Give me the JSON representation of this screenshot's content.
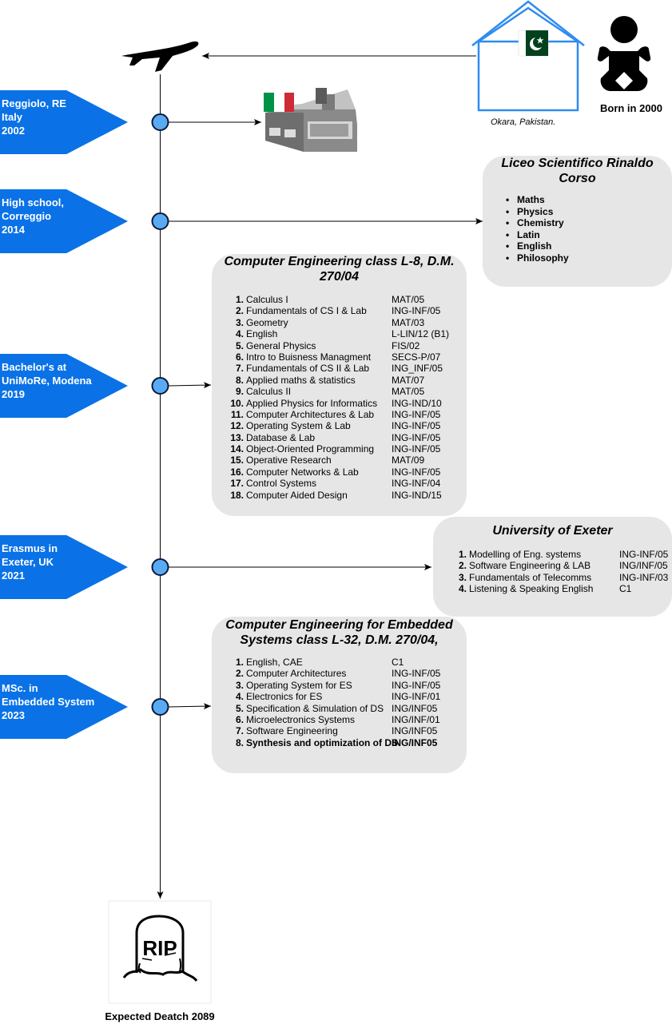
{
  "birth": {
    "label": "Born in 2000",
    "place": "Okara, Pakistan."
  },
  "timeline": [
    {
      "text": "Reggiolo, RE\nItaly\n2002"
    },
    {
      "text": "High school,\nCorreggio\n2014"
    },
    {
      "text": "Bachelor's at\nUniMoRe, Modena\n2019"
    },
    {
      "text": "Erasmus in\nExeter, UK\n2021"
    },
    {
      "text": "MSc. in\nEmbedded System\n2023"
    }
  ],
  "liceo": {
    "title": "Liceo Scientifico Rinaldo Corso",
    "subjects": [
      "Maths",
      "Physics",
      "Chemistry",
      "Latin",
      "English",
      "Philosophy"
    ]
  },
  "bachelor": {
    "title": "Computer Engineering class L-8, D.M. 270/04",
    "courses": [
      {
        "n": "1.",
        "name": "Calculus I",
        "code": "MAT/05"
      },
      {
        "n": "2.",
        "name": "Fundamentals of CS I & Lab",
        "code": "ING-INF/05"
      },
      {
        "n": "3.",
        "name": "Geometry",
        "code": "MAT/03"
      },
      {
        "n": "4.",
        "name": "English",
        "code": "L-LIN/12 (B1)"
      },
      {
        "n": "5.",
        "name": "General Physics",
        "code": "FIS/02"
      },
      {
        "n": "6.",
        "name": "Intro to Buisness Managment",
        "code": "SECS-P/07"
      },
      {
        "n": "7.",
        "name": "Fundamentals of CS II & Lab",
        "code": "ING_INF/05"
      },
      {
        "n": "8.",
        "name": "Applied maths & statistics",
        "code": "MAT/07"
      },
      {
        "n": "9.",
        "name": "Calculus II",
        "code": "MAT/05"
      },
      {
        "n": "10.",
        "name": "Applied Physics for Informatics",
        "code": "ING-IND/10"
      },
      {
        "n": "11.",
        "name": "Computer Architectures & Lab",
        "code": "ING-INF/05"
      },
      {
        "n": "12.",
        "name": "Operating System & Lab",
        "code": "ING-INF/05"
      },
      {
        "n": "13.",
        "name": "Database & Lab",
        "code": "ING-INF/05"
      },
      {
        "n": "14.",
        "name": "Object-Oriented Programming",
        "code": "ING-INF/05"
      },
      {
        "n": "15.",
        "name": "Operative Research",
        "code": "MAT/09"
      },
      {
        "n": "16.",
        "name": "Computer Networks & Lab",
        "code": "ING-INF/05"
      },
      {
        "n": "17.",
        "name": "Control Systems",
        "code": "ING-INF/04"
      },
      {
        "n": "18.",
        "name": "Computer Aided Design",
        "code": "ING-IND/15"
      }
    ]
  },
  "exeter": {
    "title": "University of Exeter",
    "courses": [
      {
        "n": "1.",
        "name": "Modelling of Eng. systems",
        "code": "ING-INF/05"
      },
      {
        "n": "2.",
        "name": "Software Engineering & LAB",
        "code": "ING/INF/05"
      },
      {
        "n": "3.",
        "name": "Fundamentals of Telecomms",
        "code": "ING-INF/03"
      },
      {
        "n": "4.",
        "name": "Listening & Speaking English",
        "code": "C1"
      }
    ]
  },
  "msc": {
    "title": "Computer Engineering for Embedded Systems class L-32, D.M. 270/04,",
    "courses": [
      {
        "n": "1.",
        "name": "English, CAE",
        "code": "C1"
      },
      {
        "n": "2.",
        "name": "Computer Architectures",
        "code": "ING-INF/05"
      },
      {
        "n": "3.",
        "name": "Operating System for ES",
        "code": "ING-INF/05"
      },
      {
        "n": "4.",
        "name": "Electronics for ES",
        "code": "ING-INF/01"
      },
      {
        "n": "5.",
        "name": "Specification & Simulation of DS",
        "code": "ING/INF05"
      },
      {
        "n": "6.",
        "name": "Microelectronics Systems",
        "code": "ING/INF/01"
      },
      {
        "n": "7.",
        "name": "Software Engineering",
        "code": "ING/INF05"
      },
      {
        "n": "8.",
        "name": "Synthesis and optimization of DS",
        "code": "ING/INF05"
      }
    ]
  },
  "death": {
    "label": "Expected Deatch 2089",
    "stone_text": "RIP"
  },
  "colors": {
    "tag": "#0a72e6",
    "node": "#5aaaf3",
    "box": "#e6e6e6",
    "house": "#2f8cf0",
    "pakistan_green": "#01411c"
  },
  "icons": [
    "airplane-icon",
    "house-icon",
    "pakistan-flag-icon",
    "baby-icon",
    "factory-icon",
    "italy-flag-icon",
    "gravestone-icon"
  ]
}
